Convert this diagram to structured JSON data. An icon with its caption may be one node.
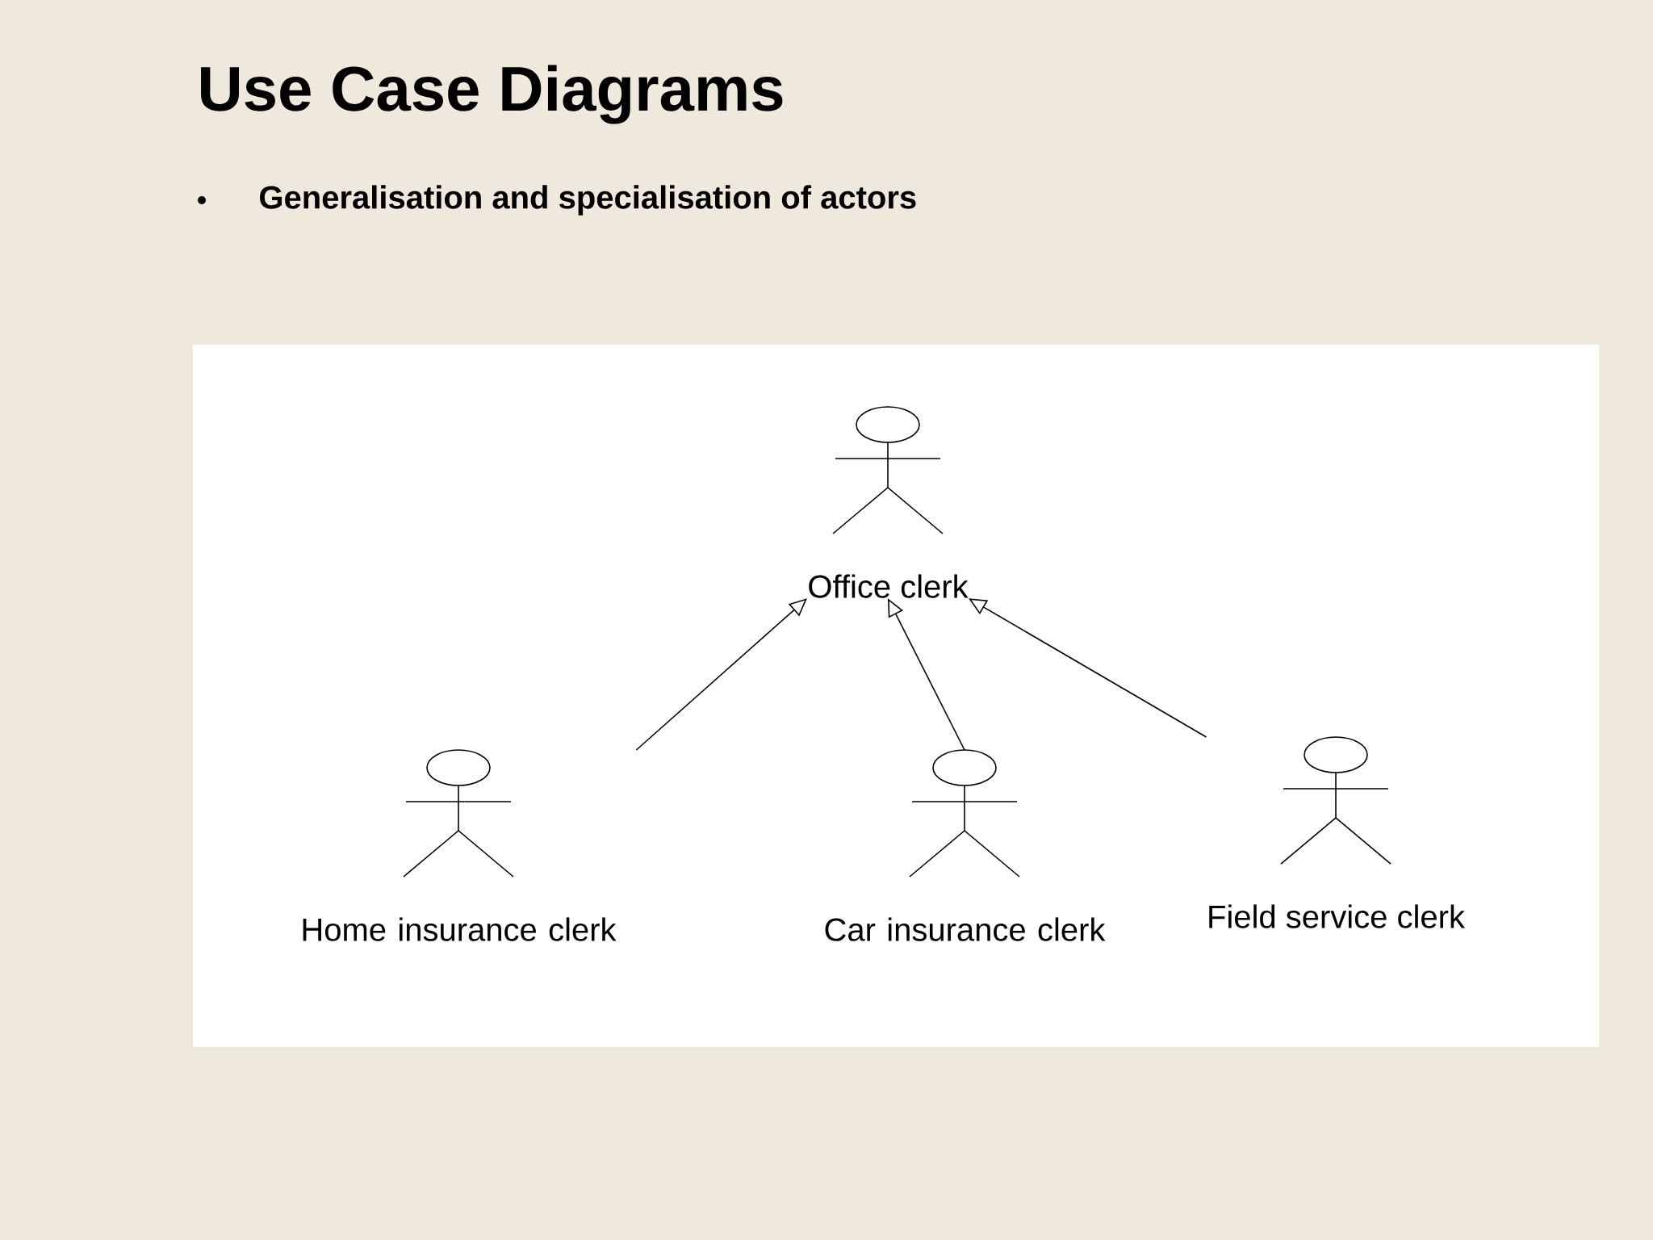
{
  "diagram": {
    "title": "Use Case Diagrams",
    "nodes": [
      {
        "text": [
          "Office clerk"
        ]
      },
      {
        "text": [
          "Home insurance clerk"
        ]
      },
      {
        "text": [
          "Car insurance clerk"
        ]
      },
      {
        "text": [
          "Field service clerk"
        ]
      }
    ],
    "edges": [
      {
        "from": 1,
        "to": 0,
        "arrow": "to"
      },
      {
        "from": 2,
        "to": 0,
        "arrow": "to"
      },
      {
        "from": 3,
        "to": 0,
        "arrow": "to"
      }
    ],
    "labels": [
      "Generalisation and specialisation of actors"
    ]
  }
}
